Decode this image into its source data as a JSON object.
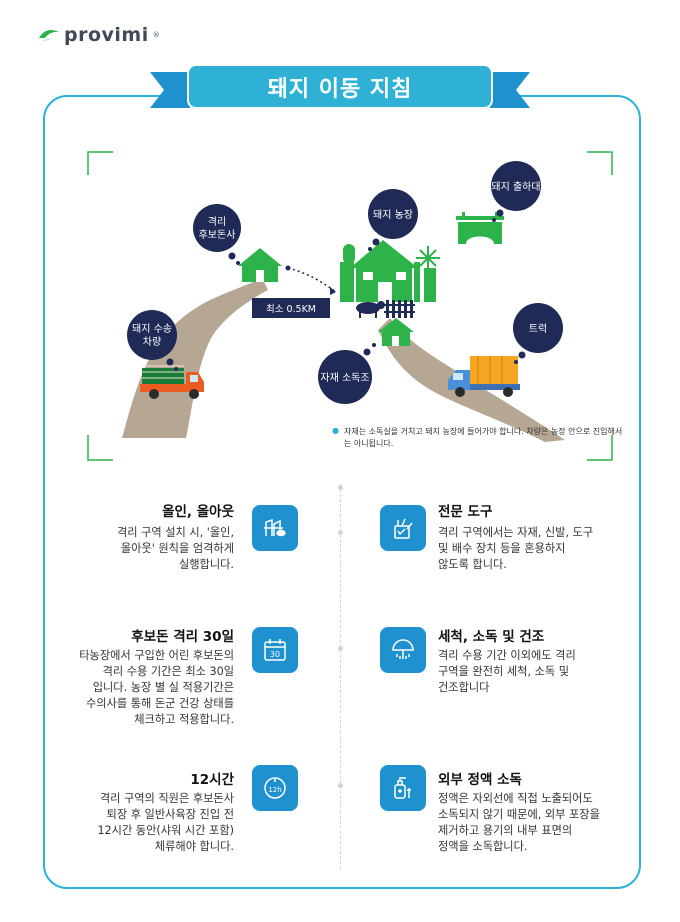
{
  "brand": {
    "logo_text": "provimi",
    "logo_tm": "®"
  },
  "title": "돼지 이동 지침",
  "scene": {
    "bubbles": {
      "quarantine": [
        "격리",
        "후보돈사"
      ],
      "farm": "돼지 농장",
      "loading": "돼지 출하대",
      "transport": [
        "돼지 수송",
        "차량"
      ],
      "truck": "트럭",
      "disinfection": "자재 소독조"
    },
    "distance": "최소 0.5KM",
    "note": "자재는 소독실을 거치고 돼지 농장에 들어가야 합니다. 차량은 농장 안으로 진입해서는 아니됩니다.",
    "colors": {
      "bubble": "#1f2a57",
      "green": "#2db34a",
      "road": "#b5a793",
      "accent": "#2fb1d6"
    }
  },
  "sections": {
    "left": [
      {
        "title": "올인, 올아웃",
        "lines": [
          "격리 구역 설치 시, '올인,",
          "올아웃' 원칙을 엄격하게",
          "실행합니다."
        ],
        "icon": "pig-pen-icon"
      },
      {
        "title": "후보돈 격리 30일",
        "lines": [
          "타농장에서 구입한 어린 후보돈의",
          "격리 수용 기간은 최소 30일",
          "입니다. 농장 별 실 적용기간은",
          "수의사를 통해 돈군 건강 상태를",
          "체크하고 적용합니다."
        ],
        "icon": "calendar-30-icon",
        "icon_text": "30"
      },
      {
        "title": "12시간",
        "lines": [
          "격리 구역의 직원은 후보돈사",
          "퇴장 후 일반사육장 진입 전",
          "12시간 동안(샤워 시간 포함)",
          "체류해야 합니다."
        ],
        "icon": "clock-12h-icon",
        "icon_text": "12h"
      }
    ],
    "right": [
      {
        "title": "전문 도구",
        "lines": [
          "격리 구역에서는 자재, 신발, 도구",
          "및 배수 장치 등을 혼용하지",
          "않도록 합니다."
        ],
        "icon": "tools-icon"
      },
      {
        "title": "세척, 소독 및 건조",
        "lines": [
          "격리 수용 기간 이외에도 격리",
          "구역을 완전히 세척, 소독 및",
          "건조합니다"
        ],
        "icon": "washing-icon"
      },
      {
        "title": "외부 정액 소독",
        "lines": [
          "정액은 자외선에 직접 노출되어도",
          "소독되지 않기 때문에, 외부 포장을",
          "제거하고 용기의 내부 표면의",
          "정액을 소독합니다."
        ],
        "icon": "semen-bottle-icon"
      }
    ]
  }
}
